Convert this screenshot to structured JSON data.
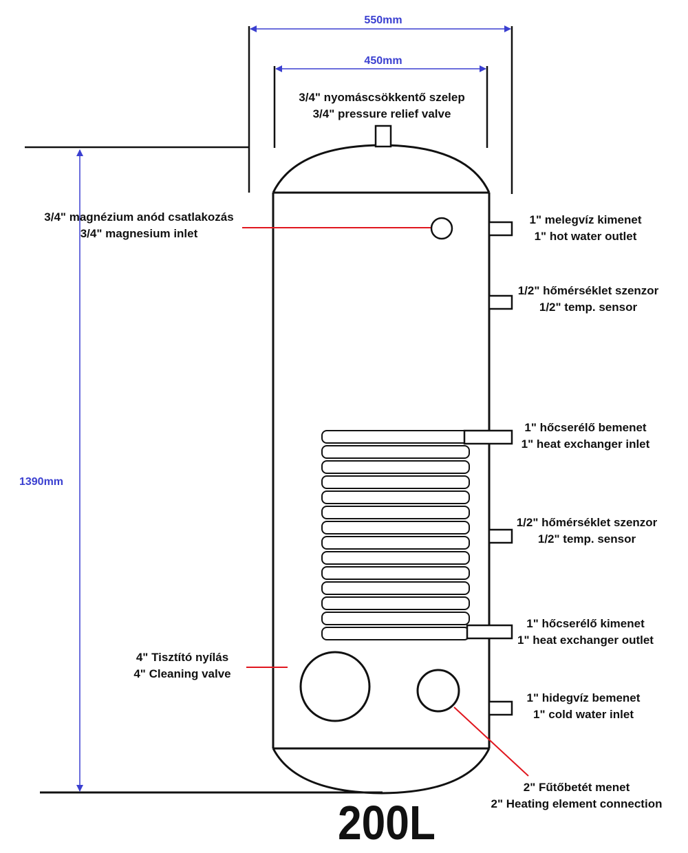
{
  "dimensions": {
    "outer_width": "550mm",
    "inner_width": "450mm",
    "height": "1390mm"
  },
  "labels": {
    "relief_valve": {
      "hu": "3/4\" nyomáscsökkentő szelep",
      "en": "3/4\" pressure relief valve"
    },
    "anode": {
      "hu": "3/4\" magnézium anód csatlakozás",
      "en": "3/4\" magnesium inlet"
    },
    "hot_outlet": {
      "hu": "1\" melegvíz kimenet",
      "en": "1\" hot water outlet"
    },
    "temp_sensor_top": {
      "hu": "1/2\" hőmérséklet szenzor",
      "en": "1/2\" temp. sensor"
    },
    "hx_inlet": {
      "hu": "1\" hőcserélő bemenet",
      "en": "1\" heat exchanger inlet"
    },
    "temp_sensor_mid": {
      "hu": "1/2\" hőmérséklet szenzor",
      "en": "1/2\" temp. sensor"
    },
    "hx_outlet": {
      "hu": "1\" hőcserélő kimenet",
      "en": "1\" heat exchanger outlet"
    },
    "cleaning": {
      "hu": "4\" Tisztító nyílás",
      "en": "4\" Cleaning valve"
    },
    "cold_inlet": {
      "hu": "1\" hidegvíz bemenet",
      "en": "1\" cold water inlet"
    },
    "heating_element": {
      "hu": "2\" Fűtőbetét menet",
      "en": "2\" Heating element connection"
    }
  },
  "capacity": "200L",
  "colors": {
    "dimension": "#3a3fd0",
    "leader": "#e0161e",
    "outline": "#111111"
  }
}
